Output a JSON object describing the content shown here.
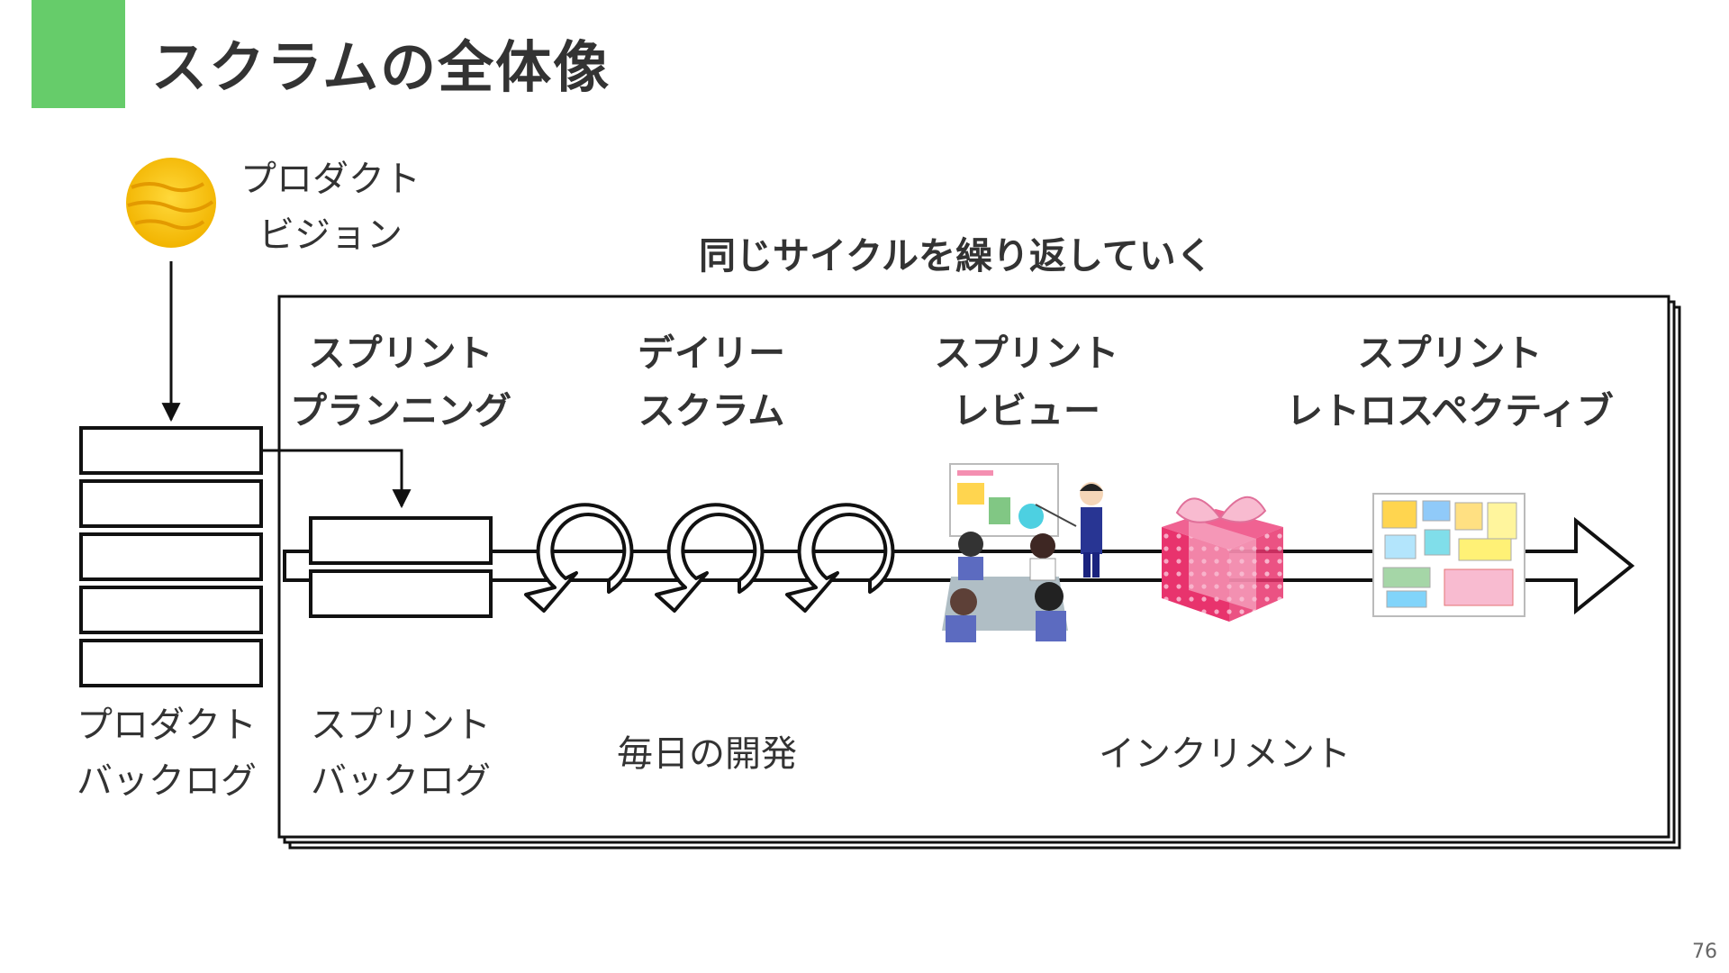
{
  "slide": {
    "title": "スクラムの全体像",
    "page_number": "76",
    "accent_color": "#66cc6a"
  },
  "vision": {
    "line1": "プロダクト",
    "line2": "ビジョン",
    "icon": "sun-icon"
  },
  "cycle_caption": "同じサイクルを繰り返していく",
  "events": [
    {
      "line1": "スプリント",
      "line2": "プランニング"
    },
    {
      "line1": "デイリー",
      "line2": "スクラム"
    },
    {
      "line1": "スプリント",
      "line2": "レビュー"
    },
    {
      "line1": "スプリント",
      "line2": "レトロスペクティブ"
    }
  ],
  "artifacts": {
    "product_backlog": {
      "line1": "プロダクト",
      "line2": "バックログ"
    },
    "sprint_backlog": {
      "line1": "スプリント",
      "line2": "バックログ"
    },
    "daily_development": "毎日の開発",
    "increment": "インクリメント"
  },
  "illustrations": {
    "review": "presentation-meeting-illustration",
    "increment": "gift-box-illustration",
    "retrospective": "sticky-note-board-illustration"
  },
  "colors": {
    "gift": "#e8336d",
    "ribbon": "#f6a5c0",
    "sun": "#f5c518"
  }
}
